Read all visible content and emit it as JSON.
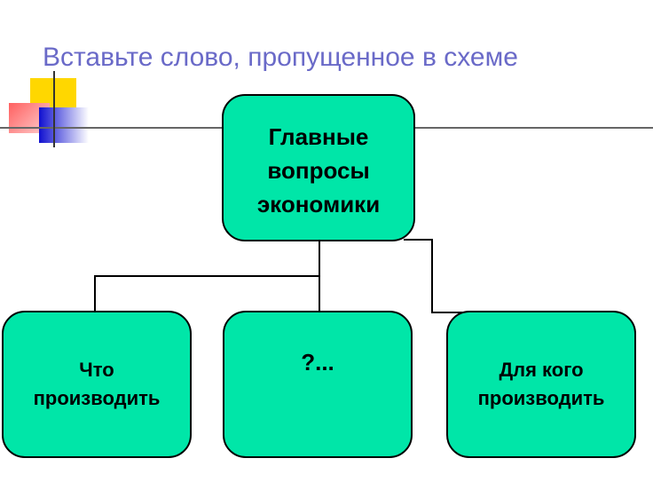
{
  "slide": {
    "title": "Вставьте слово, пропущенное в схеме"
  },
  "diagram": {
    "root": {
      "label": "Главные\nвопросы\nэкономики"
    },
    "children": [
      {
        "label": "Что\nпроизводить"
      },
      {
        "label": "?..."
      },
      {
        "label": "Для кого\nпроизводить"
      }
    ]
  },
  "colors": {
    "box_fill": "#00e6a8",
    "title_color": "#6a6ac8"
  }
}
